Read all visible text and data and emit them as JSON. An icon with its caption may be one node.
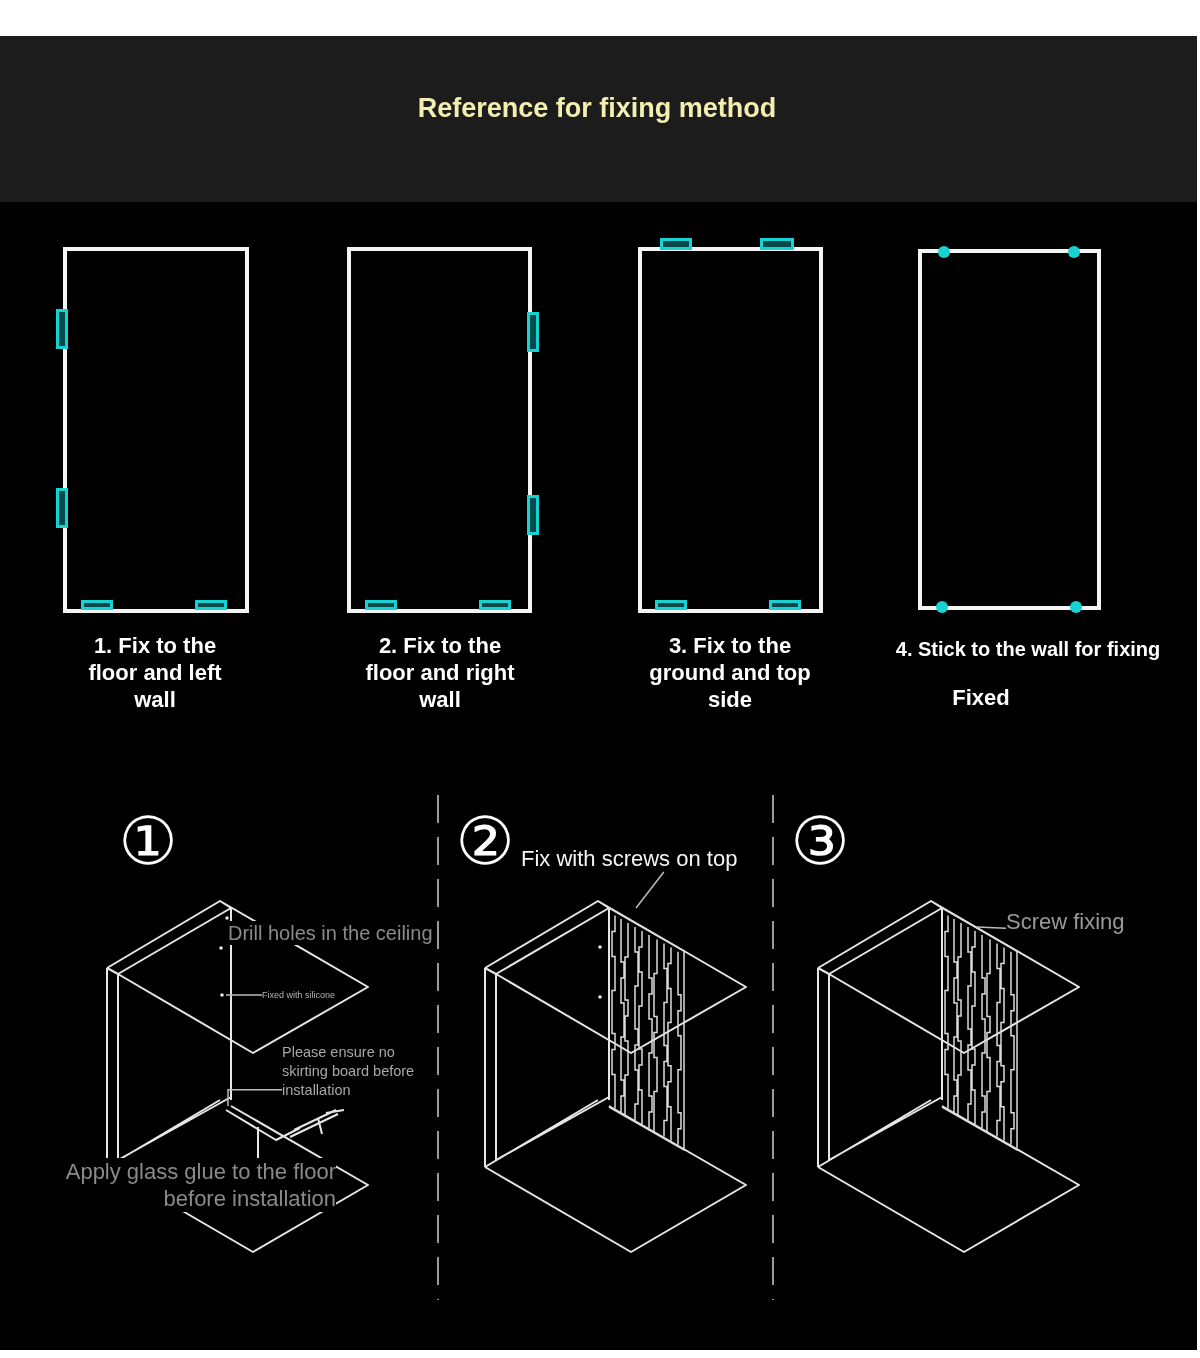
{
  "diagram": {
    "title": "Reference for fixing method",
    "nodes": [
      {
        "text": [
          "Fix with screws on top"
        ]
      },
      {
        "text": [
          "Screw fixing"
        ]
      },
      {
        "text": [
          "Fixed with silicone"
        ]
      },
      {
        "text": [
          "Please ensure no skirting board before installation"
        ]
      }
    ],
    "edges": [
      {
        "from": 0,
        "to": null,
        "arrow": "none"
      },
      {
        "from": 1,
        "to": null,
        "arrow": "none"
      },
      {
        "from": 2,
        "to": null,
        "arrow": "none"
      },
      {
        "from": 3,
        "to": null,
        "arrow": "none"
      }
    ],
    "labels": [
      "1. Fix to the floor and left wall",
      "2. Fix to the floor and right wall",
      "3. Fix to the ground and top side",
      "4. Stick to the wall for fixing",
      "Fixed",
      "①",
      "②",
      "③",
      "Drill holes in the ceiling",
      "Apply glass glue to the floor before installation"
    ]
  }
}
